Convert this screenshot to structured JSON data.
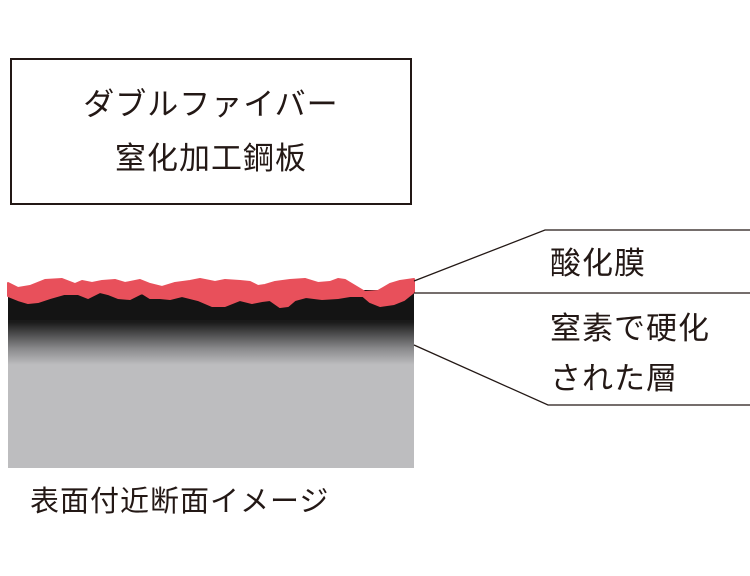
{
  "title_box": {
    "line1": "ダブルファイバー",
    "line2": "窒化加工鋼板"
  },
  "labels": {
    "oxide_film": "酸化膜",
    "nitrided_layer_line1": "窒素で硬化",
    "nitrided_layer_line2": "された層"
  },
  "caption": "表面付近断面イメージ",
  "colors": {
    "oxide": "#e8505b",
    "surface_dark": "#1a1a1a",
    "base_steel": "#bdbdbf",
    "line": "#231815"
  }
}
